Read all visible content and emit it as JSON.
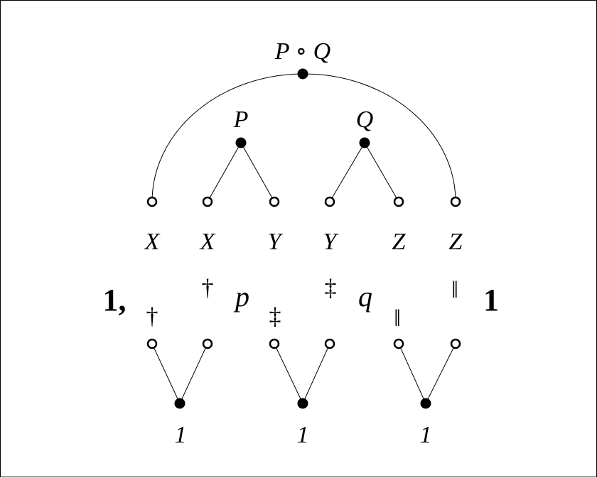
{
  "top": {
    "label": "P ∘ Q"
  },
  "left_node": {
    "label": "P"
  },
  "right_node": {
    "label": "Q"
  },
  "top_labels": [
    "X",
    "X",
    "Y",
    "Y",
    "Z",
    "Z"
  ],
  "middle": {
    "left_unit": "1,",
    "dagger_low": "†",
    "dagger_high": "†",
    "p": "p",
    "ddagger_low": "‡",
    "ddagger_high": "‡",
    "q": "q",
    "parallel_low": "‖",
    "parallel_high": "‖",
    "right_unit": "1"
  },
  "bottom_labels": [
    "1",
    "1",
    "1"
  ]
}
